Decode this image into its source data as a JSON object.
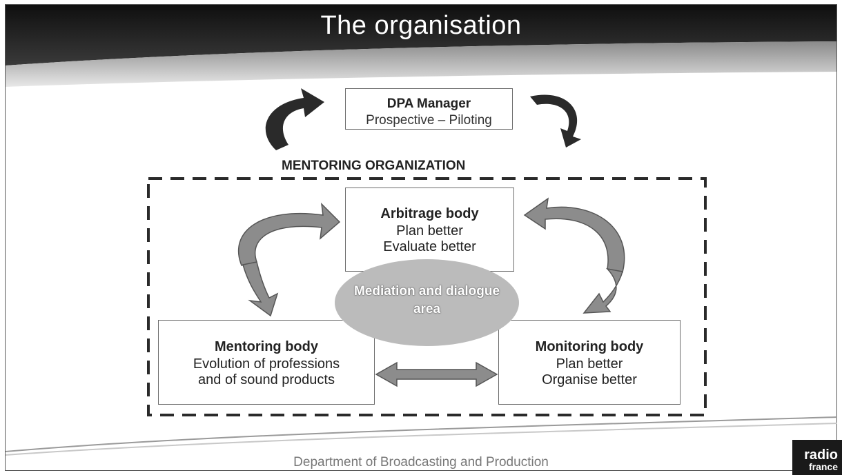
{
  "slide": {
    "title": "The organisation",
    "footer": "Department of Broadcasting and Production"
  },
  "dpa_manager": {
    "title": "DPA Manager",
    "subtitle": "Prospective – Piloting"
  },
  "mentoring_organization": {
    "label": "MENTORING ORGANIZATION"
  },
  "arbitrage_body": {
    "title": "Arbitrage body",
    "lines": [
      "Plan better",
      "Evaluate better"
    ]
  },
  "mediation_area": {
    "lines": [
      "Mediation and dialogue",
      "area"
    ]
  },
  "mentoring_body": {
    "title": "Mentoring body",
    "lines": [
      "Evolution of professions",
      "and of sound products"
    ]
  },
  "monitoring_body": {
    "title": "Monitoring body",
    "lines": [
      "Plan better",
      "Organise better"
    ]
  },
  "logo": {
    "line1": "radio",
    "line2": "france"
  },
  "colors": {
    "banner": "#1c1c1c",
    "banner_lower": "#6e6e6e",
    "arrow_fill": "#8c8c8c",
    "ellipse": "#bbbbbb",
    "dark_arrow": "#2a2a2a"
  }
}
